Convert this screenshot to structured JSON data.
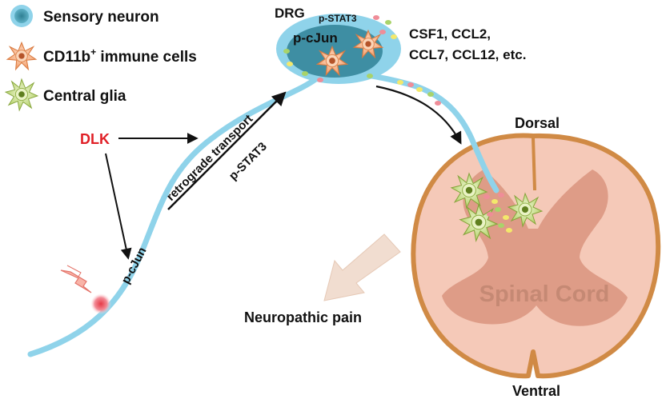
{
  "legend": {
    "items": [
      {
        "label": "Sensory neuron",
        "icon": "sensory-neuron-icon"
      },
      {
        "label": "CD11b",
        "sup": "+",
        "label_rest": " immune cells",
        "icon": "immune-cell-icon"
      },
      {
        "label": "Central glia",
        "icon": "glia-cell-icon"
      }
    ]
  },
  "labels": {
    "drg": "DRG",
    "pstat3_drg": "p-STAT3",
    "pcjun_drg": "p-cJun",
    "cytokines_line1": "CSF1, CCL2,",
    "cytokines_line2": "CCL7, CCL12, etc.",
    "dlk": "DLK",
    "retrograde": "retrograde transport",
    "pstat3_axon": "p-STAT3",
    "pcjun_axon": "p-cJun",
    "dorsal": "Dorsal",
    "ventral": "Ventral",
    "spinal_cord": "Spinal Cord",
    "neuropathic_pain": "Neuropathic pain"
  },
  "colors": {
    "neuron": "#8fd3ea",
    "neuron_core": "#3f8fa3",
    "immune": "#f4a06e",
    "glia": "#b9d56a",
    "cord_outer": "#f5c9b8",
    "cord_border": "#d08a45",
    "cord_gray": "#dc9a84",
    "dlk_red": "#e01f26"
  }
}
